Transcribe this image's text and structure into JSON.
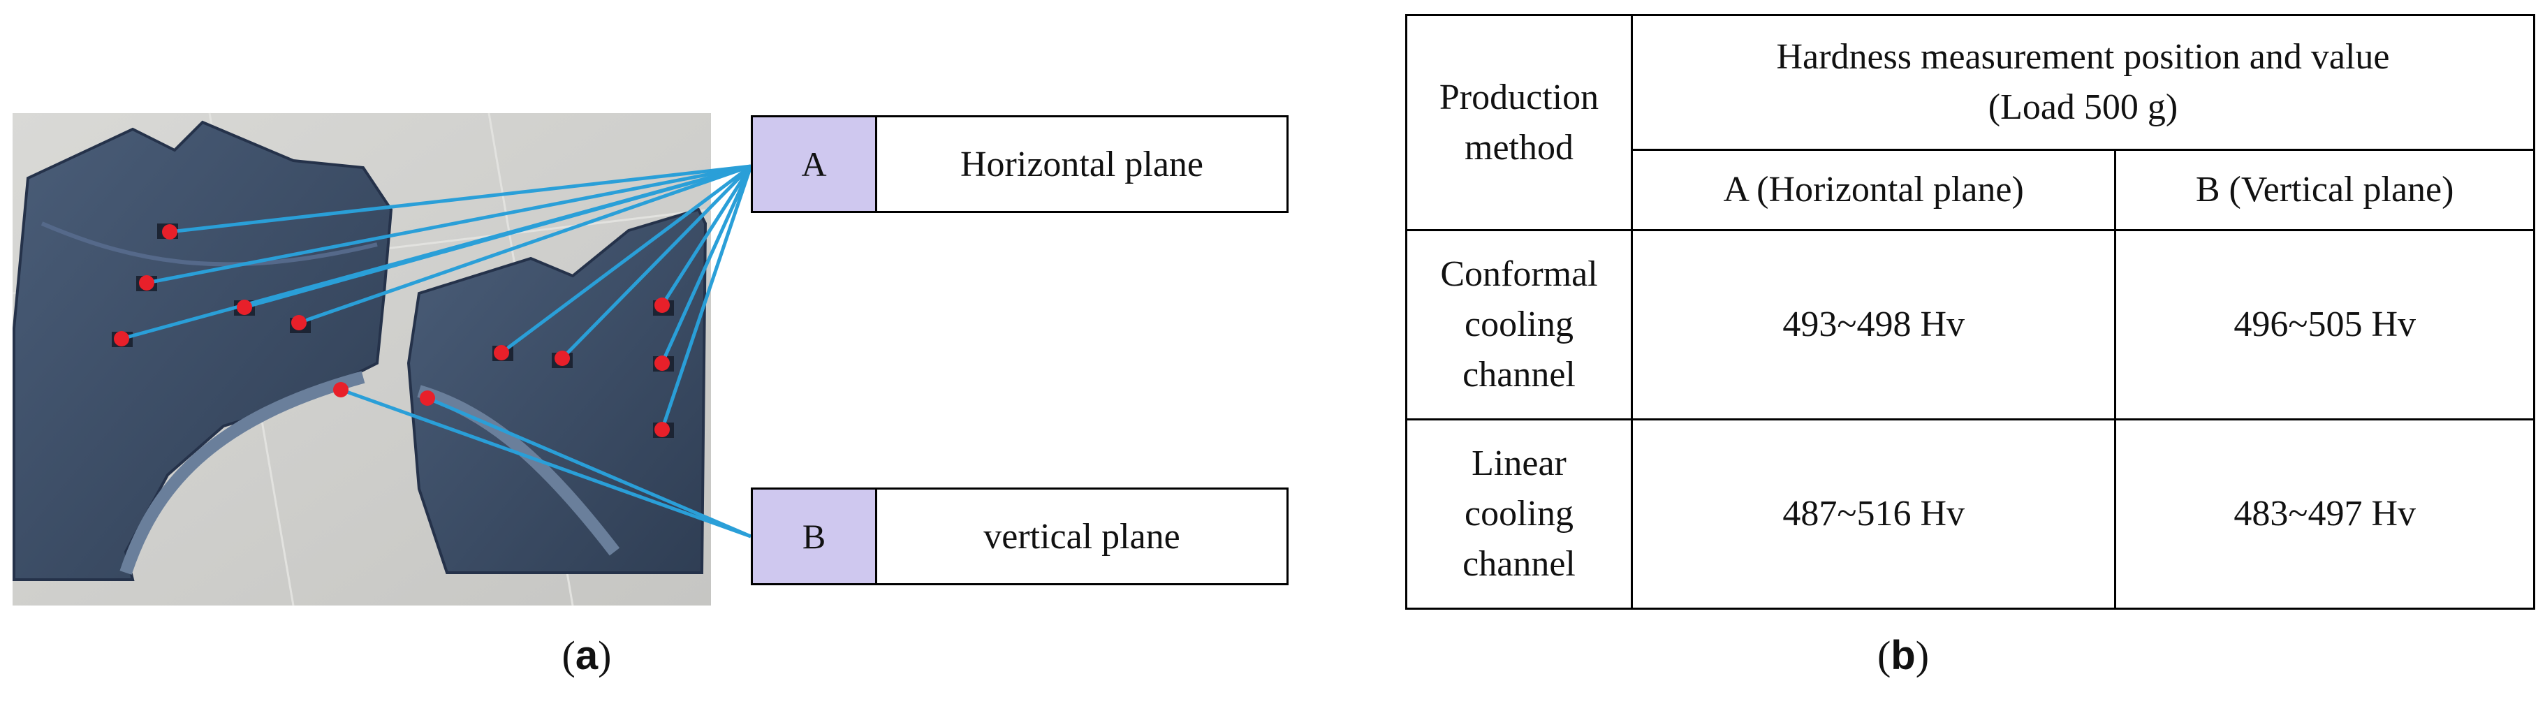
{
  "panel_a": {
    "label_a": {
      "letter": "A",
      "text": "Horizontal plane"
    },
    "label_b": {
      "letter": "B",
      "text": "vertical plane"
    },
    "caption_letter": "a"
  },
  "panel_b": {
    "table": {
      "header_method": "Production method",
      "header_measure_line1": "Hardness measurement position and value",
      "header_measure_line2": "(Load 500 g)",
      "col_a": "A (Horizontal plane)",
      "col_b": "B (Vertical plane)",
      "rows": [
        {
          "method": "Conformal cooling channel",
          "a": "493~498 Hv",
          "b": "496~505 Hv"
        },
        {
          "method": "Linear cooling channel",
          "a": "487~516 Hv",
          "b": "483~497 Hv"
        }
      ]
    },
    "caption_letter": "b"
  },
  "colors": {
    "leader_line": "#2a9fd8",
    "marker": "#e8202a",
    "label_fill": "#cfc8ef",
    "part": "#3c4f68"
  }
}
